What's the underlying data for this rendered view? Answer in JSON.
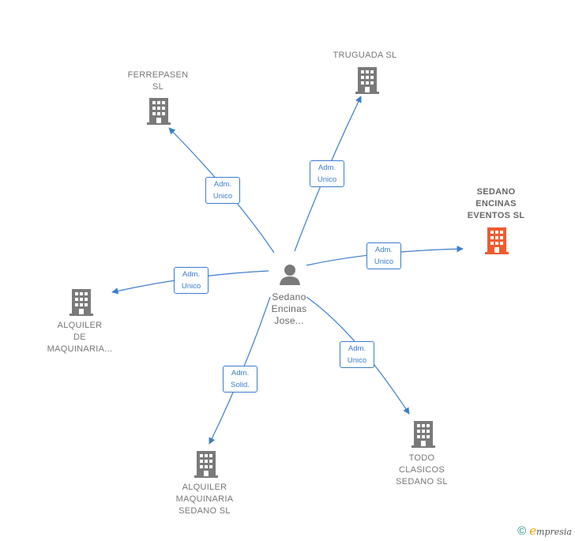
{
  "colors": {
    "edge": "#3b7dcc",
    "company_icon": "#7a7a7a",
    "focus_icon": "#f25a2e",
    "person_icon": "#7a7a7a",
    "label": "#777777"
  },
  "center": {
    "name": "Sedano\nEncinas\nJose..."
  },
  "nodes": [
    {
      "id": "ferrepasen",
      "name": "FERREPASEN\nSL",
      "focus": false
    },
    {
      "id": "truguada",
      "name": "TRUGUADA SL",
      "focus": false
    },
    {
      "id": "sedano-encinas-eventos",
      "name": "SEDANO\nENCINAS\nEVENTOS SL",
      "focus": true
    },
    {
      "id": "alquiler-de-maquinaria",
      "name": "ALQUILER\nDE\nMAQUINARIA...",
      "focus": false
    },
    {
      "id": "todo-clasicos",
      "name": "TODO\nCLASICOS\nSEDANO SL",
      "focus": false
    },
    {
      "id": "alquiler-maquinaria-sedano",
      "name": "ALQUILER\nMAQUINARIA\nSEDANO SL",
      "focus": false
    }
  ],
  "edges": [
    {
      "to": "ferrepasen",
      "label": "Adm.\nUnico"
    },
    {
      "to": "truguada",
      "label": "Adm.\nUnico"
    },
    {
      "to": "sedano-encinas-eventos",
      "label": "Adm.\nUnico"
    },
    {
      "to": "alquiler-de-maquinaria",
      "label": "Adm.\nUnico"
    },
    {
      "to": "todo-clasicos",
      "label": "Adm.\nUnico"
    },
    {
      "to": "alquiler-maquinaria-sedano",
      "label": "Adm.\nSolid."
    }
  ],
  "footer": {
    "copyright": "©",
    "brand_initial": "e",
    "brand_rest": "mpresia"
  }
}
